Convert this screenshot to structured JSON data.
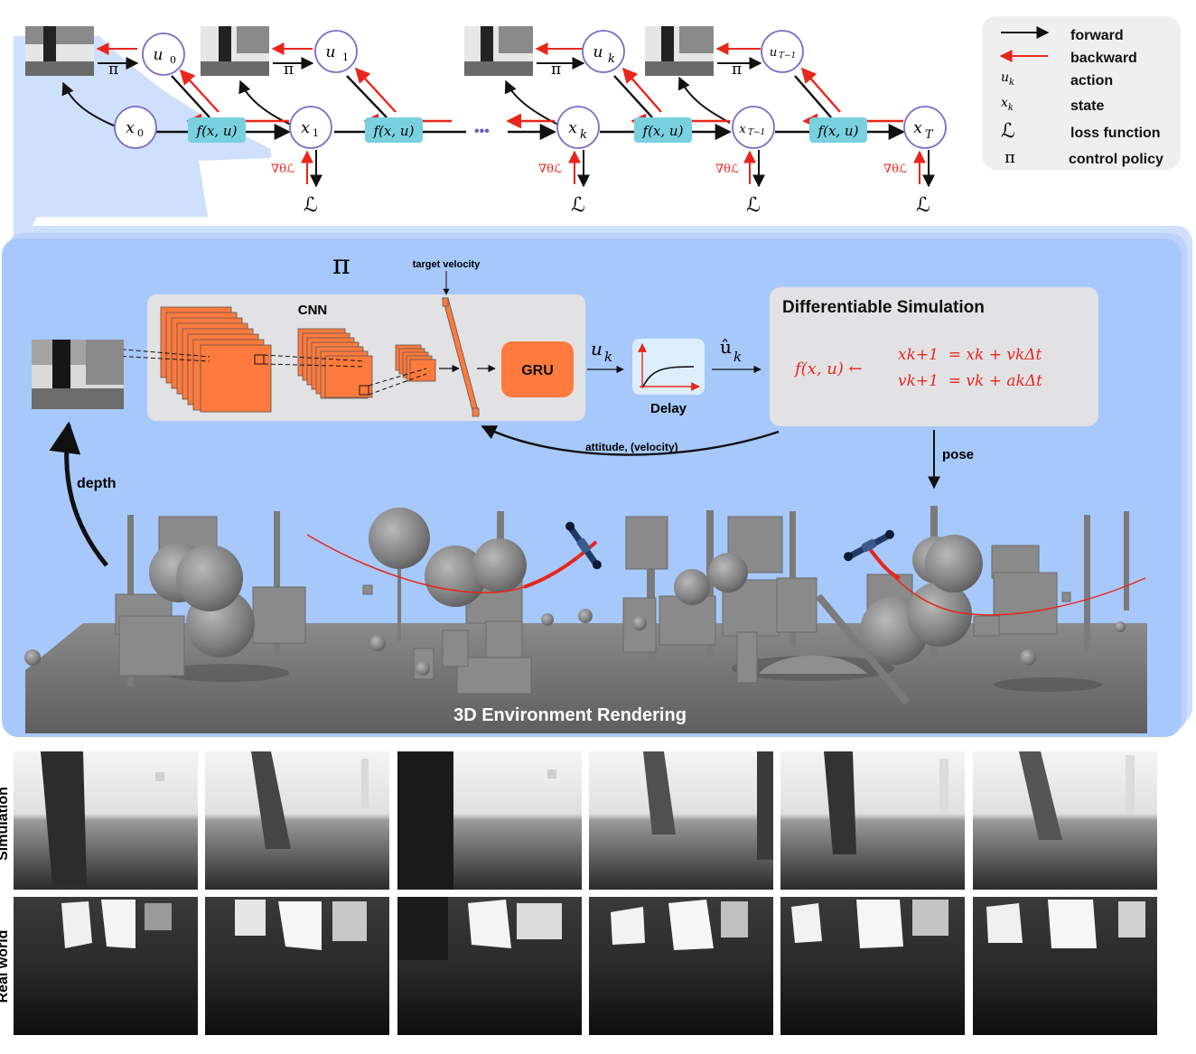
{
  "legend": {
    "items": [
      {
        "symbol": "arrow-black",
        "label": "forward"
      },
      {
        "symbol": "arrow-red",
        "label": "backward"
      },
      {
        "symbol": "u_k",
        "label": "action"
      },
      {
        "symbol": "x_k",
        "label": "state"
      },
      {
        "symbol": "L",
        "label": "loss function"
      },
      {
        "symbol": "π",
        "label": "control policy"
      }
    ]
  },
  "chain": {
    "action_nodes": [
      "u",
      "u",
      "u",
      "u"
    ],
    "action_subs": [
      "0",
      "1",
      "k",
      "T−1"
    ],
    "state_nodes": [
      "x",
      "x",
      "x",
      "x",
      "x"
    ],
    "state_subs": [
      "0",
      "1",
      "k",
      "T−1",
      "T"
    ],
    "dynamics_label": "f(x, u)",
    "policy_symbol": "π",
    "loss_symbol": "ℒ",
    "grad_label": "∇θℒ",
    "ellipsis": "•••"
  },
  "pipeline": {
    "policy_symbol": "π",
    "cnn_label": "CNN",
    "gru_label": "GRU",
    "target_velocity_label": "target velocity",
    "u_label": "u",
    "u_sub": "k",
    "uhat_label": "û",
    "uhat_sub": "k",
    "delay_label": "Delay",
    "sim_title": "Differentiable Simulation",
    "sim_lhs": "f(x, u) ←",
    "sim_eq1": "xk+1  = xk + vkΔt",
    "sim_eq2": "vk+1  = vk + akΔt",
    "feedback_label": "attitude, (velocity)",
    "pose_label": "pose",
    "depth_label": "depth",
    "render_title": "3D Environment Rendering"
  },
  "rows": [
    {
      "label": "Simulation"
    },
    {
      "label": "Real world"
    }
  ],
  "colors": {
    "panel_blue": "#a7c8fa",
    "node_stroke": "#7a6ec9",
    "dyn_box": "#79d0df",
    "orange": "#ff7a3d",
    "red": "#e8261b"
  }
}
